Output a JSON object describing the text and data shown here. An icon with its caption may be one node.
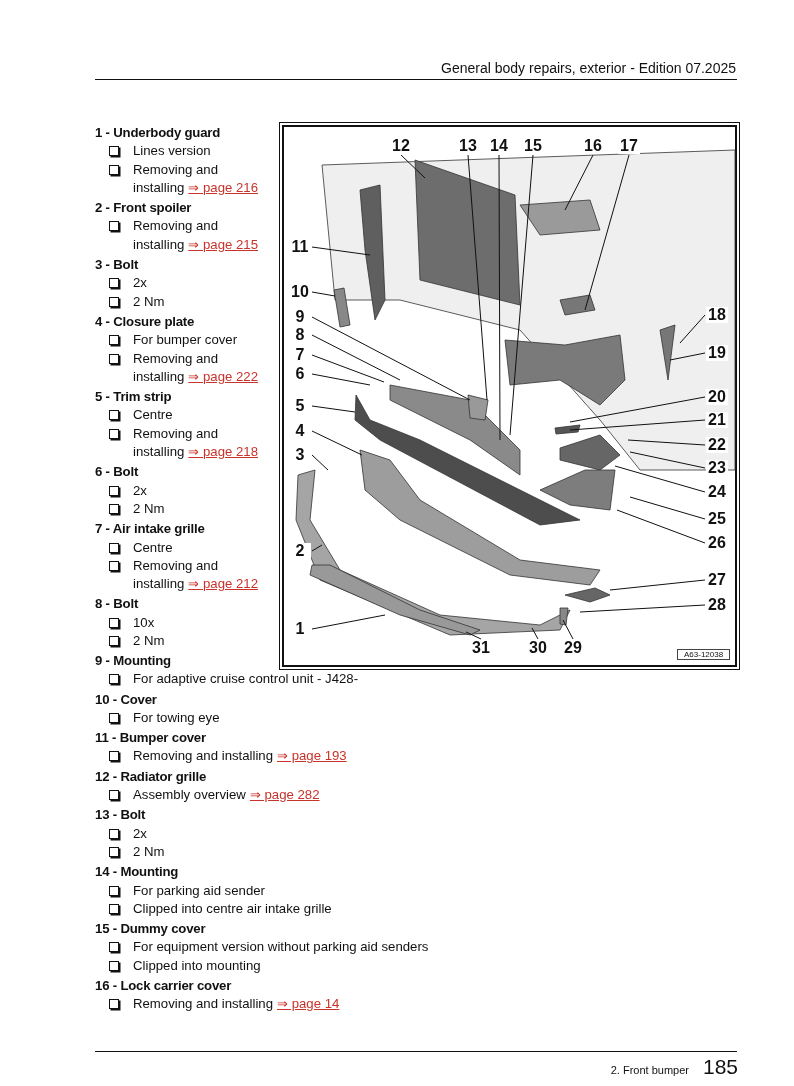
{
  "diagram": {
    "nodes": [
      {
        "text": [
          "1"
        ]
      },
      {
        "text": [
          "2"
        ]
      },
      {
        "text": [
          "3"
        ]
      },
      {
        "text": [
          "4"
        ]
      },
      {
        "text": [
          "5"
        ]
      },
      {
        "text": [
          "6"
        ]
      },
      {
        "text": [
          "7"
        ]
      },
      {
        "text": [
          "8"
        ]
      },
      {
        "text": [
          "9"
        ]
      },
      {
        "text": [
          "10"
        ]
      },
      {
        "text": [
          "11"
        ]
      },
      {
        "text": [
          "12"
        ]
      },
      {
        "text": [
          "13"
        ]
      },
      {
        "text": [
          "14"
        ]
      },
      {
        "text": [
          "15"
        ]
      },
      {
        "text": [
          "16"
        ]
      },
      {
        "text": [
          "17"
        ]
      },
      {
        "text": [
          "18"
        ]
      },
      {
        "text": [
          "19"
        ]
      },
      {
        "text": [
          "20"
        ]
      },
      {
        "text": [
          "21"
        ]
      },
      {
        "text": [
          "22"
        ]
      },
      {
        "text": [
          "23"
        ]
      },
      {
        "text": [
          "24"
        ]
      },
      {
        "text": [
          "25"
        ]
      },
      {
        "text": [
          "26"
        ]
      },
      {
        "text": [
          "27"
        ]
      },
      {
        "text": [
          "28"
        ]
      },
      {
        "text": [
          "29"
        ]
      },
      {
        "text": [
          "30"
        ]
      },
      {
        "text": [
          "31"
        ]
      }
    ],
    "edges": [
      {
        "from": 0,
        "to": null,
        "arrow": "none"
      },
      {
        "from": 1,
        "to": null,
        "arrow": "none"
      },
      {
        "from": 2,
        "to": null,
        "arrow": "none"
      },
      {
        "from": 3,
        "to": null,
        "arrow": "none"
      },
      {
        "from": 4,
        "to": null,
        "arrow": "none"
      },
      {
        "from": 5,
        "to": null,
        "arrow": "none"
      },
      {
        "from": 6,
        "to": null,
        "arrow": "none"
      },
      {
        "from": 7,
        "to": null,
        "arrow": "none"
      },
      {
        "from": 8,
        "to": null,
        "arrow": "none"
      },
      {
        "from": 9,
        "to": null,
        "arrow": "none"
      },
      {
        "from": 10,
        "to": null,
        "arrow": "none"
      },
      {
        "from": 11,
        "to": null,
        "arrow": "none"
      },
      {
        "from": 12,
        "to": null,
        "arrow": "none"
      },
      {
        "from": 13,
        "to": null,
        "arrow": "none"
      },
      {
        "from": 14,
        "to": null,
        "arrow": "none"
      },
      {
        "from": 15,
        "to": null,
        "arrow": "none"
      },
      {
        "from": 16,
        "to": null,
        "arrow": "none"
      },
      {
        "from": 17,
        "to": null,
        "arrow": "none"
      },
      {
        "from": 18,
        "to": null,
        "arrow": "none"
      },
      {
        "from": 19,
        "to": null,
        "arrow": "none"
      },
      {
        "from": 20,
        "to": null,
        "arrow": "none"
      },
      {
        "from": 21,
        "to": null,
        "arrow": "none"
      },
      {
        "from": 22,
        "to": null,
        "arrow": "none"
      },
      {
        "from": 23,
        "to": null,
        "arrow": "none"
      },
      {
        "from": 24,
        "to": null,
        "arrow": "none"
      },
      {
        "from": 25,
        "to": null,
        "arrow": "none"
      },
      {
        "from": 26,
        "to": null,
        "arrow": "none"
      },
      {
        "from": 27,
        "to": null,
        "arrow": "none"
      },
      {
        "from": 28,
        "to": null,
        "arrow": "none"
      },
      {
        "from": 29,
        "to": null,
        "arrow": "none"
      },
      {
        "from": 30,
        "to": null,
        "arrow": "none"
      }
    ],
    "labels": [
      "General body repairs, exterior - Edition 07.2025",
      "1 - Underbody guard",
      "Lines version",
      "Removing and installing",
      "⇒ page 216",
      "2 - Front spoiler",
      "Removing and installing",
      "⇒ page 215",
      "3 - Bolt",
      "2x",
      "2 Nm",
      "4 - Closure plate",
      "For bumper cover",
      "Removing and installing",
      "⇒ page 222",
      "5 - Trim strip",
      "Centre",
      "Removing and installing",
      "⇒ page 218",
      "6 - Bolt",
      "2x",
      "2 Nm",
      "7 - Air intake grille",
      "Centre",
      "Removing and installing",
      "⇒ page 212",
      "8 - Bolt",
      "10x",
      "2 Nm",
      "9 - Mounting",
      "For adaptive cruise control unit - J428-",
      "10 - Cover",
      "For towing eye",
      "11 - Bumper cover",
      "Removing and installing",
      "⇒ page 193",
      "12 - Radiator grille",
      "Assembly overview",
      "⇒ page 282",
      "13 - Bolt",
      "2x",
      "2 Nm",
      "14 - Mounting",
      "For parking aid sender",
      "Clipped into centre air intake grille",
      "15 - Dummy cover",
      "For equipment version without parking aid senders",
      "Clipped into mounting",
      "16 - Lock carrier cover",
      "Removing and installing",
      "⇒ page 14",
      "A63-12038",
      "2. Front bumper",
      "185"
    ]
  }
}
